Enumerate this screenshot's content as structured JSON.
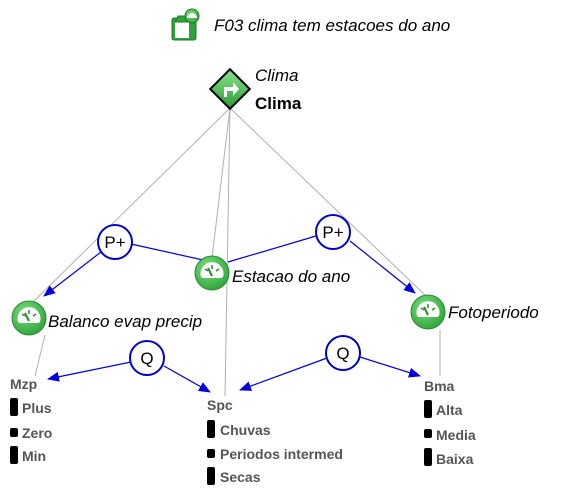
{
  "title": "F03 clima tem estacoes do ano",
  "entity": {
    "name_italic": "Clima",
    "name_bold": "Clima"
  },
  "quantities": {
    "balanco": "Balanco evap precip",
    "estacao": "Estacao do ano",
    "fotoperiodo": "Fotoperiodo"
  },
  "proportionalities": {
    "left": "P+",
    "right": "P+"
  },
  "correspondences": {
    "left": "Q",
    "right": "Q"
  },
  "spaces": {
    "mzp": {
      "name": "Mzp",
      "values": [
        "Plus",
        "Zero",
        "Min"
      ]
    },
    "spc": {
      "name": "Spc",
      "values": [
        "Chuvas",
        "Periodos intermed",
        "Secas"
      ]
    },
    "bma": {
      "name": "Bma",
      "values": [
        "Alta",
        "Media",
        "Baixa"
      ]
    }
  },
  "colors": {
    "arrow": "#0000dd",
    "structural": "#b0b0b0",
    "quantity_green": "#3cb44b",
    "circle_stroke": "#0000cc"
  },
  "icons": {
    "title": "model-fragment-icon",
    "entity": "entity-diamond-icon",
    "quantity": "quantity-gauge-icon"
  }
}
